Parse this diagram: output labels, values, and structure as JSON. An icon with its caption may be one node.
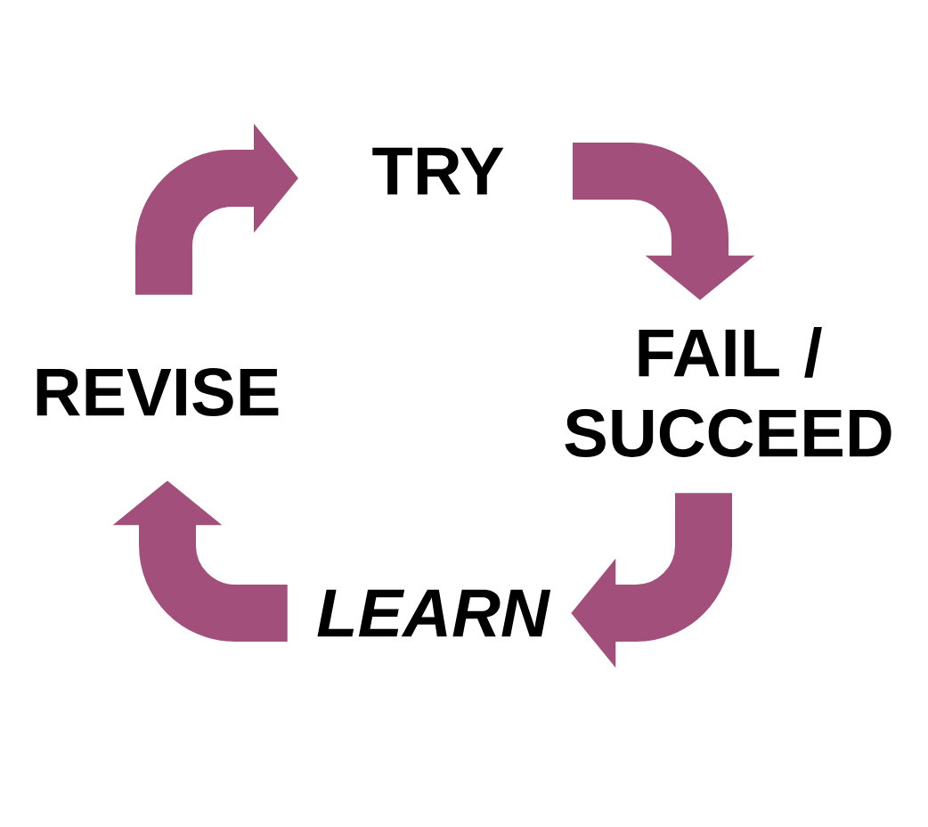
{
  "diagram": {
    "nodes": [
      {
        "text": [
          "TRY"
        ]
      },
      {
        "text": [
          "FAIL / SUCCEED"
        ]
      },
      {
        "text": [
          "LEARN"
        ]
      },
      {
        "text": [
          "REVISE"
        ]
      }
    ],
    "edges": [
      {
        "from": 3,
        "to": 0,
        "arrow": "to"
      },
      {
        "from": 0,
        "to": 1,
        "arrow": "to"
      },
      {
        "from": 1,
        "to": 2,
        "arrow": "to"
      },
      {
        "from": 2,
        "to": 3,
        "arrow": "to"
      }
    ]
  }
}
